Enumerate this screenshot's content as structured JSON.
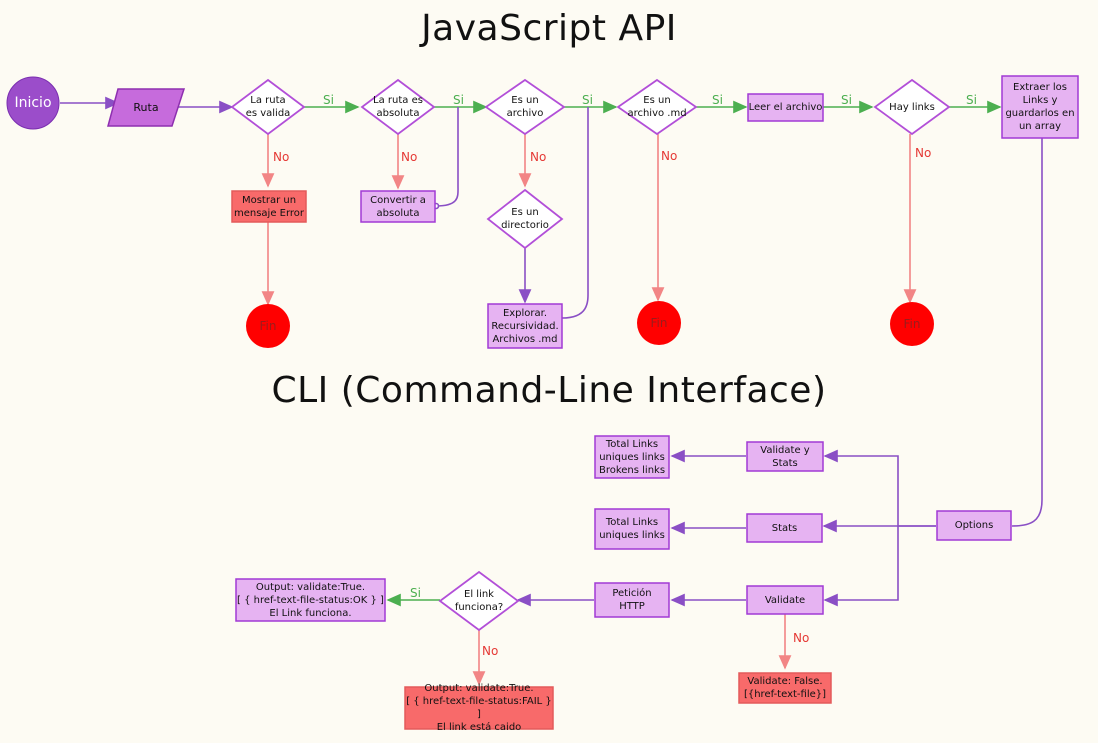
{
  "titles": {
    "api": "JavaScript API",
    "cli": "CLI (Command-Line Interface)"
  },
  "colors": {
    "purple_fill": "#e6b3f2",
    "purple_stroke": "#a13ad4",
    "red_fill": "#f86a6a",
    "red_stroke": "#e35a5a",
    "fin_fill": "#ff0000",
    "yes_edge": "#4caf50",
    "no_edge": "#f28585",
    "flow_edge": "#8a4fc5",
    "start_fill": "#9b4dca"
  },
  "api": {
    "start": "Inicio",
    "ruta": "Ruta",
    "ruta_valida": "La ruta\nes valida",
    "ruta_absoluta": "La ruta es\nabsoluta",
    "es_archivo": "Es un\narchivo",
    "es_md": "Es un\narchivo .md",
    "leer_archivo": "Leer el archivo",
    "hay_links": "Hay links",
    "extraer": "Extraer los\nLinks y\nguardarlos en\nun array",
    "mostrar_error": "Mostrar un\nmensaje Error",
    "convertir": "Convertir a\nabsoluta",
    "es_directorio": "Es un\ndirectorio",
    "explorar": "Explorar.\nRecursividad.\nArchivos .md",
    "fin": "Fin",
    "si": "Si",
    "no": "No"
  },
  "cli": {
    "options": "Options",
    "validate_stats": "Validate y\nStats",
    "stats": "Stats",
    "validate": "Validate",
    "total_unique_broken": "Total Links\nuniques links\nBrokens links",
    "total_unique": "Total Links\nuniques links",
    "peticion": "Petición\nHTTP",
    "link_funciona": "El link\nfunciona?",
    "output_ok": "Output: validate:True.\n[ { href-text-file-status:OK } ]\nEl Link funciona.",
    "output_fail": "Output: validate:True.\n[ { href-text-file-status:FAIL } ]\nEl link está caido",
    "validate_false": "Validate: False.\n[{href-text-file}]",
    "si": "Si",
    "no": "No"
  }
}
